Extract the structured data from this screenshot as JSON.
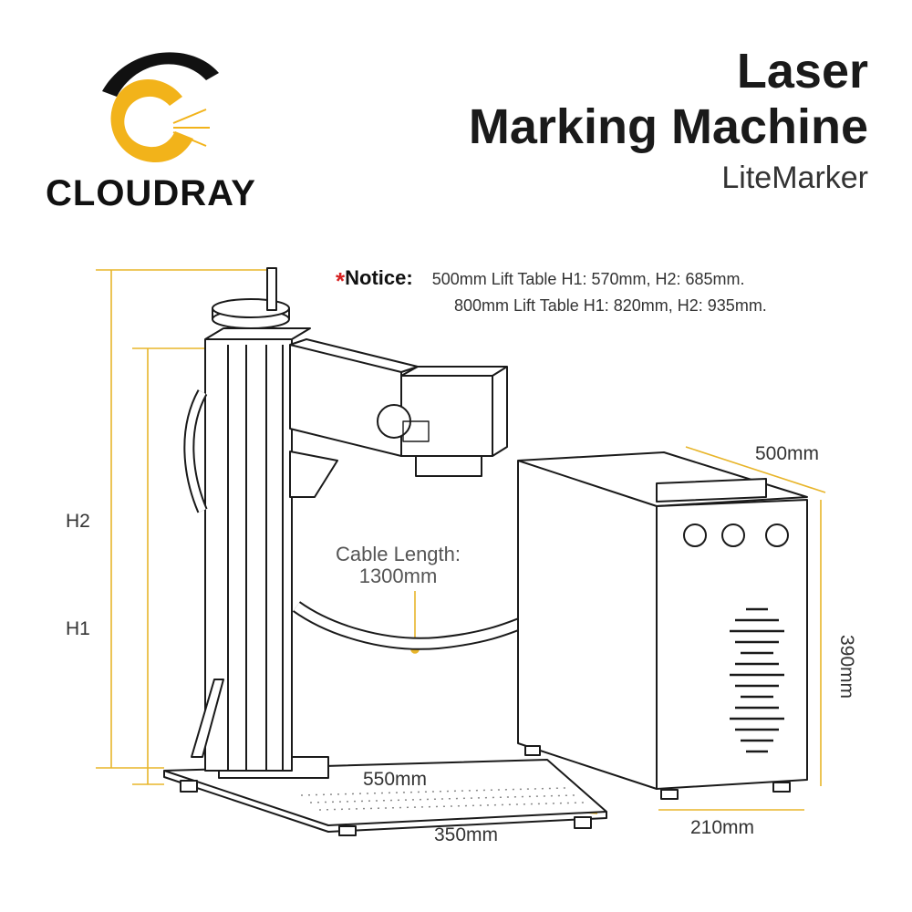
{
  "brand": {
    "name": "CLOUDRAY",
    "logo_colors": {
      "dark": "#111111",
      "gold": "#f2b31a"
    }
  },
  "title": {
    "line1": "Laser",
    "line2": "Marking Machine",
    "subtitle": "LiteMarker"
  },
  "notice": {
    "label": "Notice:",
    "row1": "500mm Lift Table H1: 570mm, H2: 685mm.",
    "row2": "800mm Lift Table H1: 820mm, H2: 935mm."
  },
  "dimensions": {
    "h2": "H2",
    "h1": "H1",
    "cable_line1": "Cable Length:",
    "cable_line2": "1300mm",
    "box_depth": "500mm",
    "box_height": "390mm",
    "box_width": "210mm",
    "base_depth": "550mm",
    "base_width": "350mm"
  },
  "accent_color": "#e8b52a"
}
